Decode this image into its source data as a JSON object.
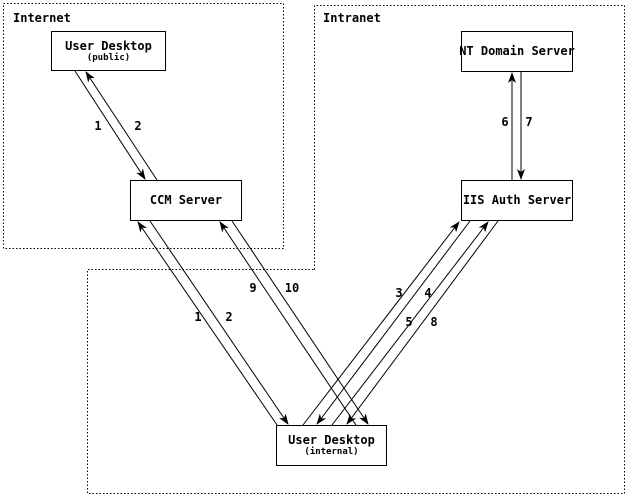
{
  "diagram": {
    "background_color": "#ffffff",
    "line_color": "#000000",
    "regions": [
      {
        "id": "internet",
        "label": "Internet",
        "border_style": "dotted"
      },
      {
        "id": "intranet",
        "label": "Intranet",
        "border_style": "dotted"
      }
    ],
    "nodes": [
      {
        "id": "user-desktop-public",
        "title": "User Desktop",
        "subtitle": "(public)",
        "region": "Internet"
      },
      {
        "id": "ccm-server",
        "title": "CCM Server",
        "subtitle": "",
        "region": "Internet"
      },
      {
        "id": "nt-domain-server",
        "title": "NT Domain Server",
        "subtitle": "",
        "region": "Intranet"
      },
      {
        "id": "iis-auth-server",
        "title": "IIS Auth Server",
        "subtitle": "",
        "region": "Intranet"
      },
      {
        "id": "user-desktop-internal",
        "title": "User Desktop",
        "subtitle": "(internal)",
        "region": "Intranet"
      }
    ],
    "edges": [
      {
        "label": "1",
        "from": "user-desktop-public",
        "to": "ccm-server"
      },
      {
        "label": "2",
        "from": "ccm-server",
        "to": "user-desktop-public"
      },
      {
        "label": "1",
        "from": "user-desktop-internal",
        "to": "ccm-server"
      },
      {
        "label": "2",
        "from": "ccm-server",
        "to": "user-desktop-internal"
      },
      {
        "label": "9",
        "from": "user-desktop-internal",
        "to": "ccm-server"
      },
      {
        "label": "10",
        "from": "ccm-server",
        "to": "user-desktop-internal"
      },
      {
        "label": "3",
        "from": "user-desktop-internal",
        "to": "iis-auth-server"
      },
      {
        "label": "4",
        "from": "iis-auth-server",
        "to": "user-desktop-internal"
      },
      {
        "label": "5",
        "from": "user-desktop-internal",
        "to": "iis-auth-server"
      },
      {
        "label": "8",
        "from": "iis-auth-server",
        "to": "user-desktop-internal"
      },
      {
        "label": "6",
        "from": "iis-auth-server",
        "to": "nt-domain-server"
      },
      {
        "label": "7",
        "from": "nt-domain-server",
        "to": "iis-auth-server"
      }
    ]
  }
}
